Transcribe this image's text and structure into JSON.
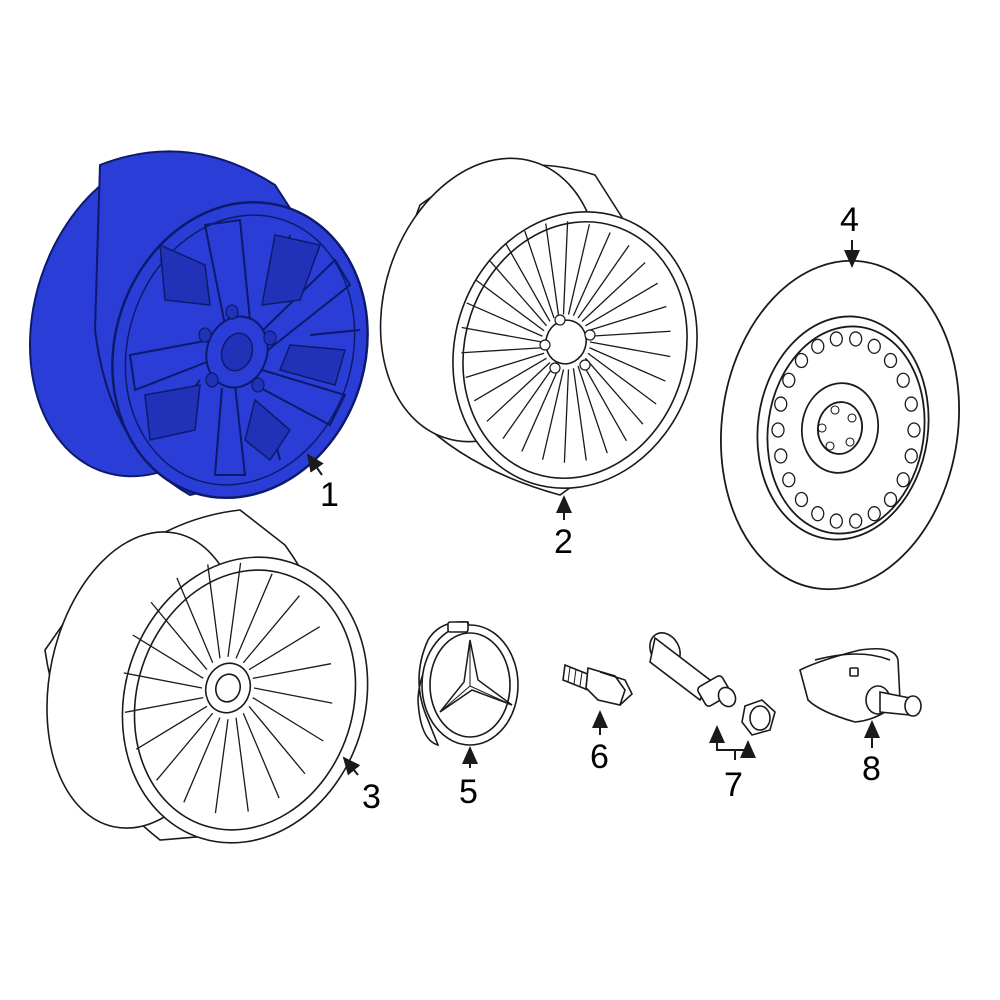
{
  "diagram": {
    "highlight_color": "#2a3dd6",
    "line_color": "#1a1a1a",
    "parts": [
      {
        "id": "1",
        "label": "1",
        "name": "wheel-five-twin-spoke",
        "highlighted": true
      },
      {
        "id": "2",
        "label": "2",
        "name": "wheel-multi-spoke",
        "highlighted": false
      },
      {
        "id": "3",
        "label": "3",
        "name": "wheel-split-spoke",
        "highlighted": false
      },
      {
        "id": "4",
        "label": "4",
        "name": "spare-wheel",
        "highlighted": false
      },
      {
        "id": "5",
        "label": "5",
        "name": "center-cap",
        "highlighted": false
      },
      {
        "id": "6",
        "label": "6",
        "name": "wheel-bolt",
        "highlighted": false
      },
      {
        "id": "7",
        "label": "7",
        "name": "valve-stem-and-cap",
        "highlighted": false
      },
      {
        "id": "8",
        "label": "8",
        "name": "tire-pressure-sensor",
        "highlighted": false
      }
    ]
  }
}
